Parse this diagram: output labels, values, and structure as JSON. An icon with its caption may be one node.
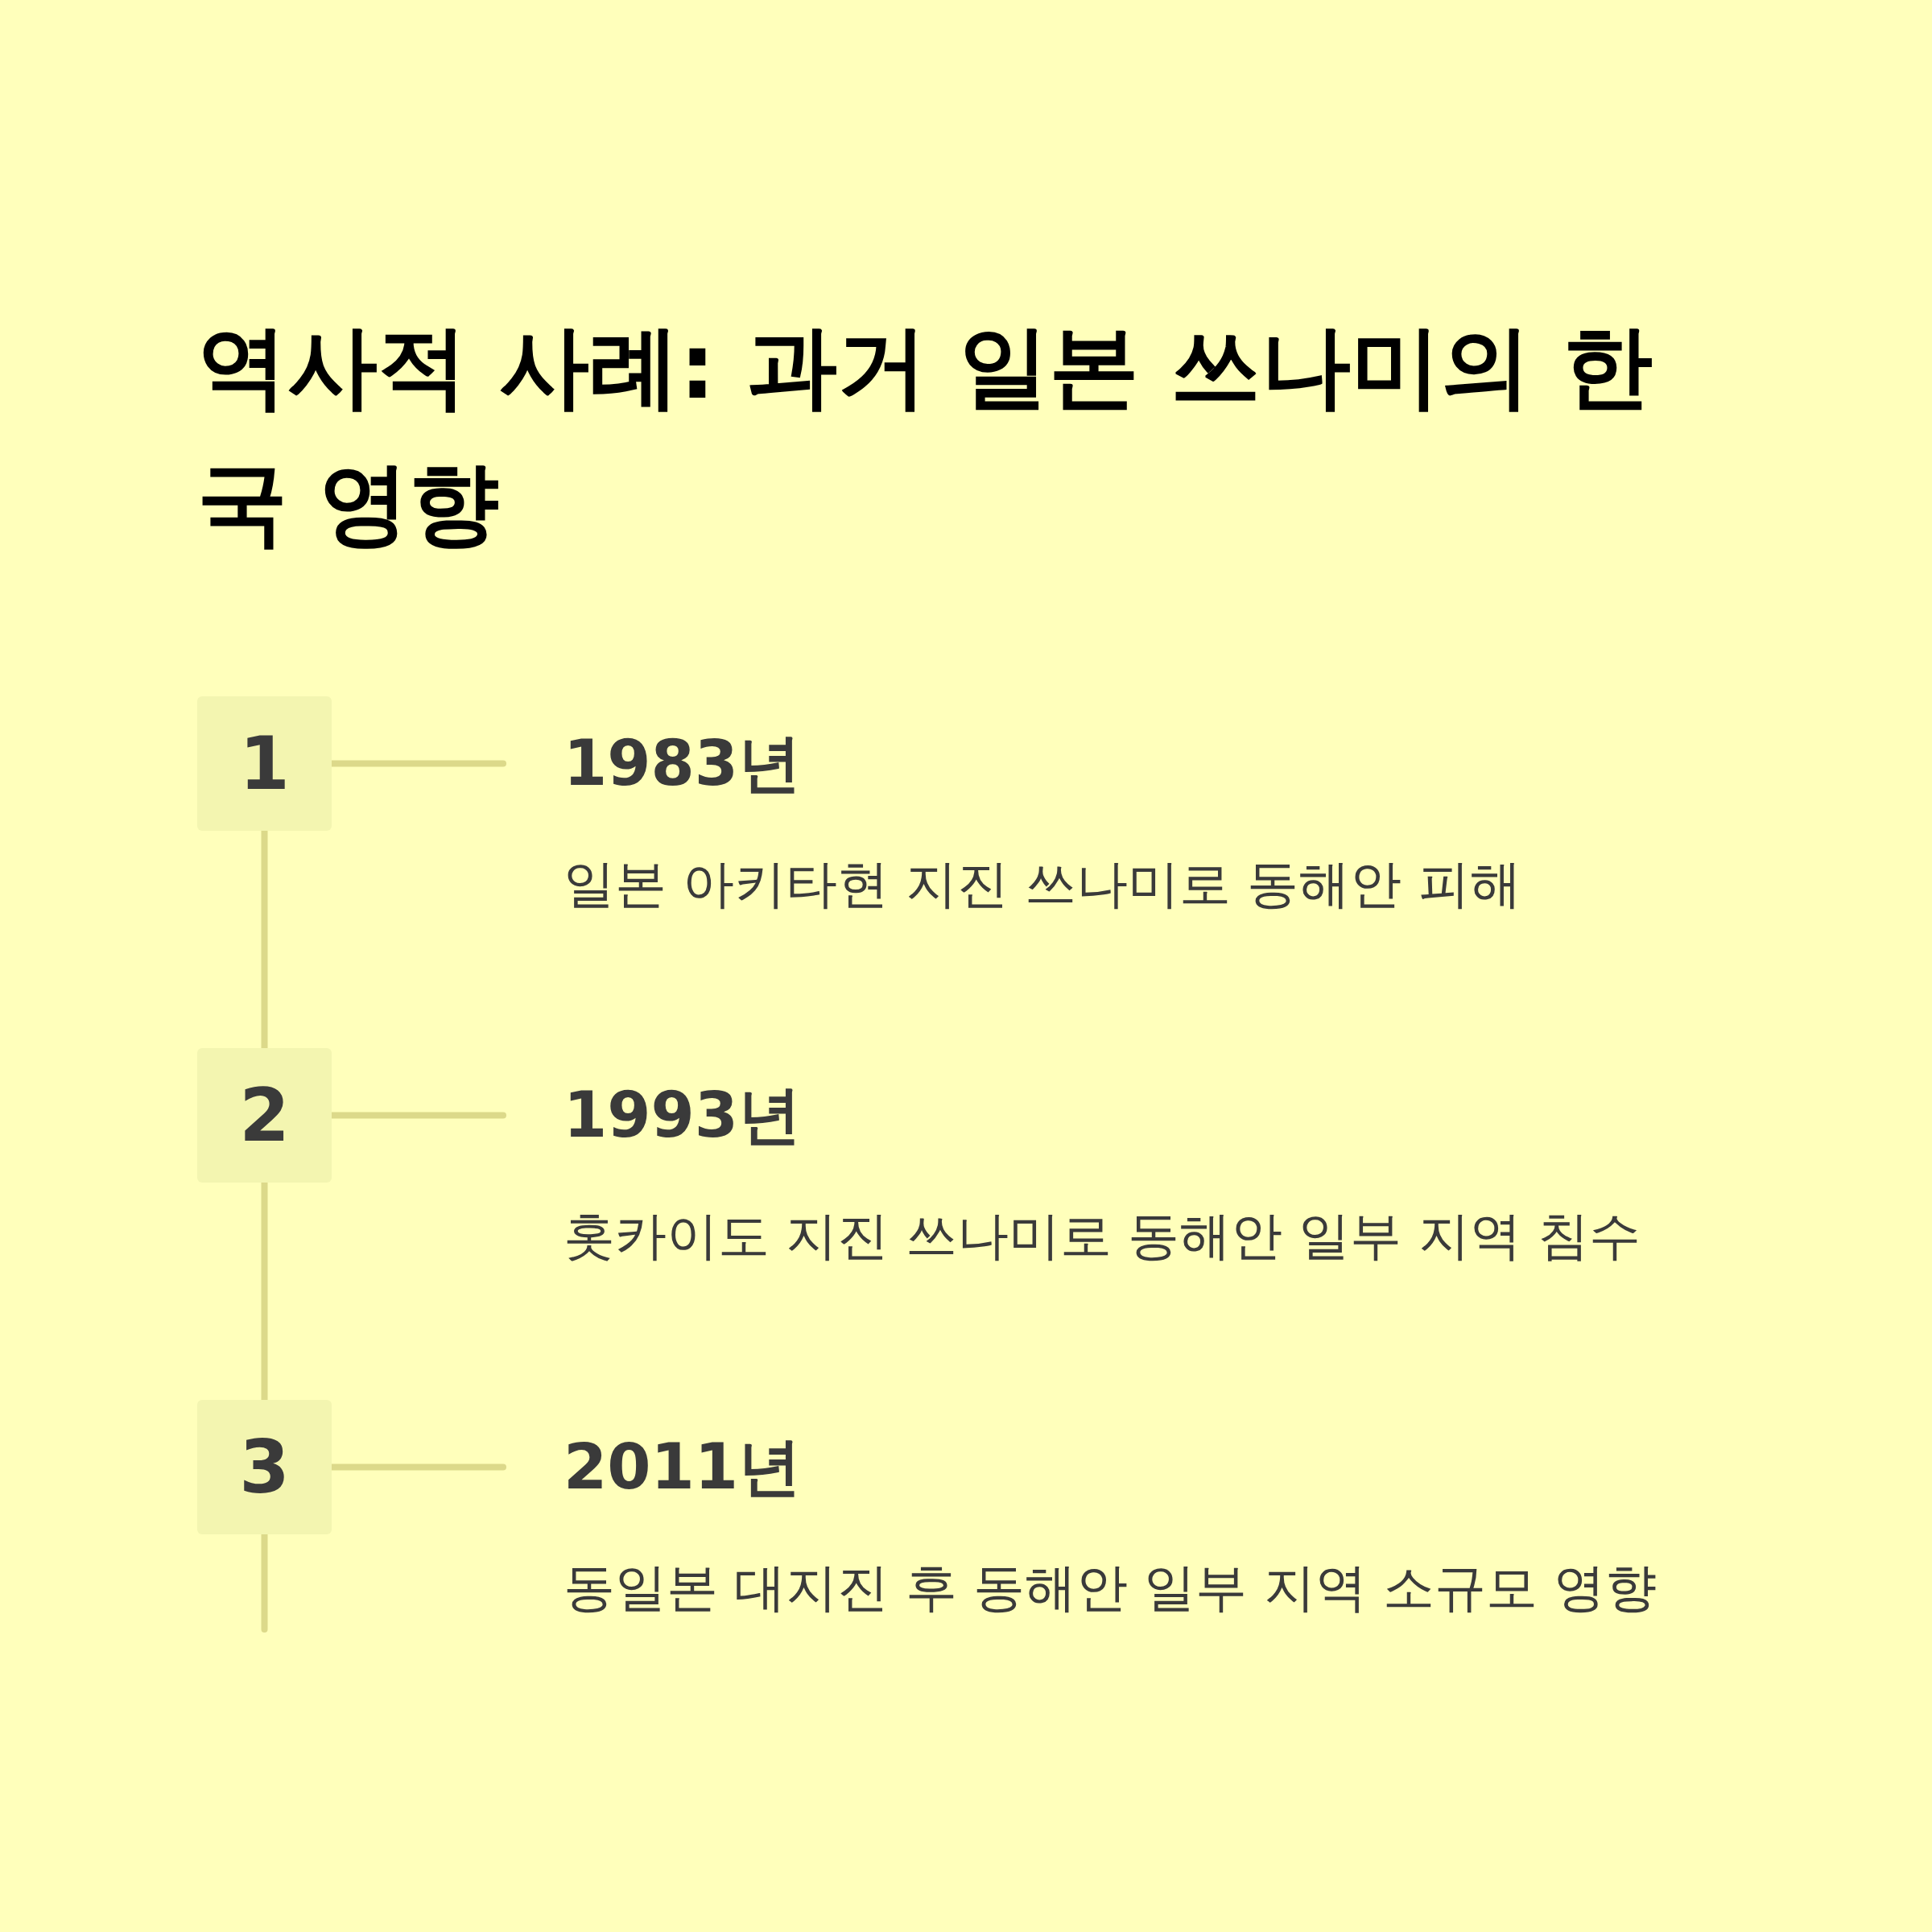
{
  "diagram": {
    "title": "역사적 사례: 과거 일본 쓰나미의 한국 영향",
    "nodes": [
      {
        "text": [
          "1"
        ]
      },
      {
        "text": [
          "1983년",
          "일본 아키타현 지진 쓰나미로 동해안 피해"
        ]
      },
      {
        "text": [
          "2"
        ]
      },
      {
        "text": [
          "1993년",
          "홋카이도 지진 쓰나미로 동해안 일부 지역 침수"
        ]
      },
      {
        "text": [
          "3"
        ]
      },
      {
        "text": [
          "2011년",
          "동일본 대지진 후 동해안 일부 지역 소규모 영향"
        ]
      }
    ],
    "edges": [
      {
        "from": 0,
        "to": 1,
        "arrow": "none"
      },
      {
        "from": 0,
        "to": 2,
        "arrow": "none"
      },
      {
        "from": 2,
        "to": 3,
        "arrow": "none"
      },
      {
        "from": 2,
        "to": 4,
        "arrow": "none"
      },
      {
        "from": 4,
        "to": 5,
        "arrow": "none"
      },
      {
        "from": 4,
        "to": null,
        "arrow": "none"
      }
    ]
  }
}
